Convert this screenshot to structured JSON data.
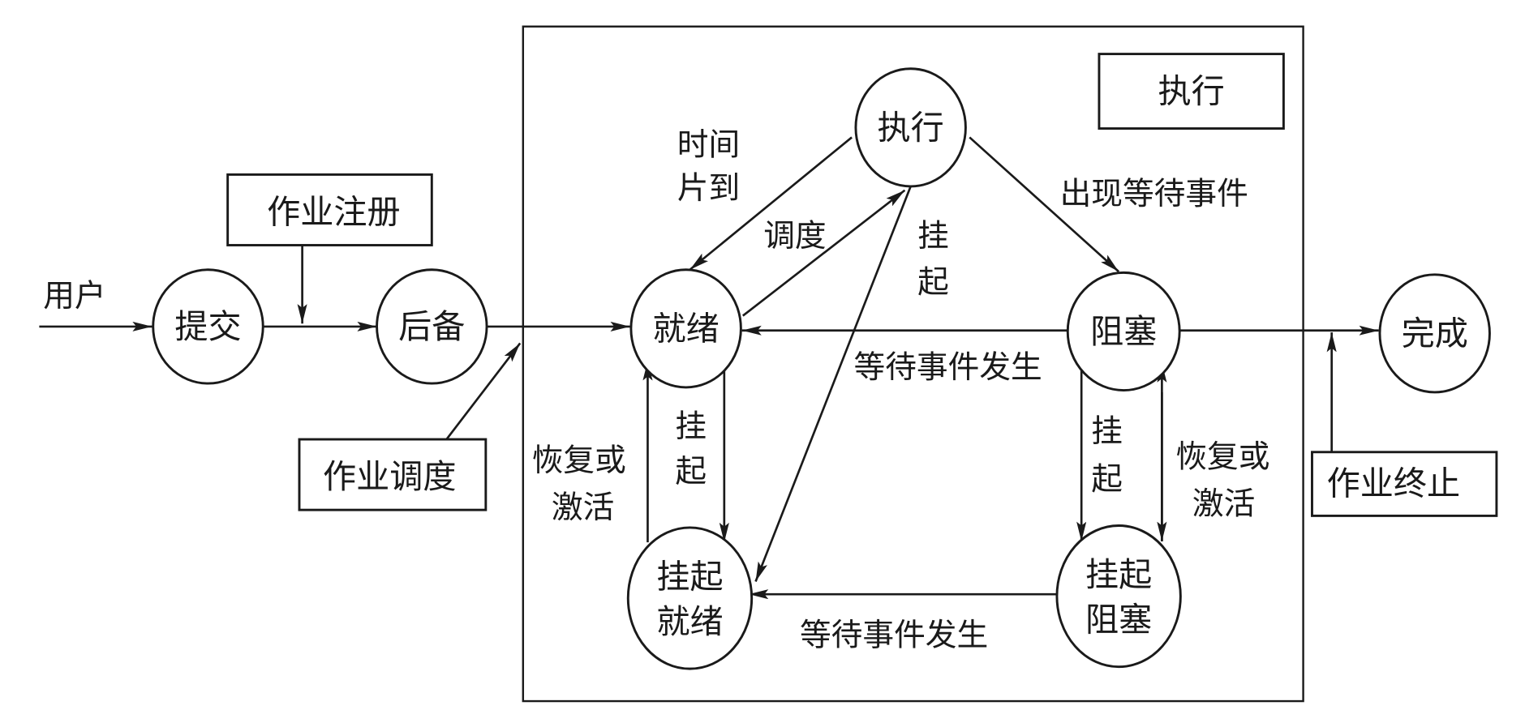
{
  "title": "作业与进程状态转换图",
  "nodes": {
    "submit": "提交",
    "backup": "后备",
    "ready": "就绪",
    "running": "执行",
    "blocked": "阻塞",
    "done": "完成",
    "suspended_ready": [
      "挂起",
      "就绪"
    ],
    "suspended_blocked": [
      "挂起",
      "阻塞"
    ]
  },
  "boxes": {
    "exec_area": "执行",
    "job_register": "作业注册",
    "job_schedule": "作业调度",
    "job_terminate": "作业终止"
  },
  "edge_labels": {
    "user": "用户",
    "timeslice": [
      "时间",
      "片到"
    ],
    "dispatch": "调度",
    "suspend_from_running": [
      "挂",
      "起"
    ],
    "wait_event_occurs": "出现等待事件",
    "event_happens_blocked_to_ready": "等待事件发生",
    "suspend_ready": [
      "挂",
      "起"
    ],
    "resume_ready": [
      "恢复或",
      "激活"
    ],
    "suspend_blocked": [
      "挂",
      "起"
    ],
    "resume_blocked": [
      "恢复或",
      "激活"
    ],
    "event_happens_suspended": "等待事件发生"
  },
  "colors": {
    "ink": "#1a1a1a",
    "background": "#ffffff"
  }
}
